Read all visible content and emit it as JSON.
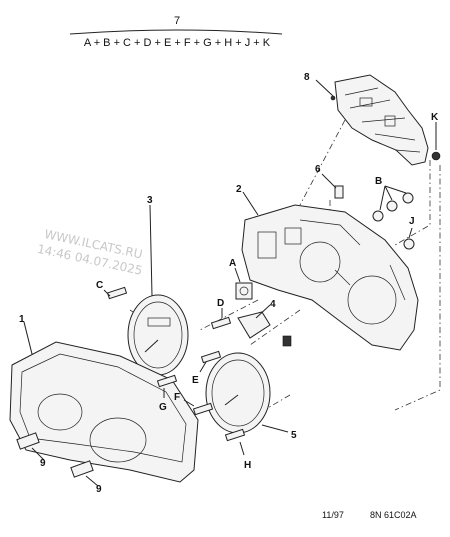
{
  "header": {
    "number": "7",
    "sequence": "A + B + C + D + E + F + G + H + J + K"
  },
  "labels": {
    "p1": "1",
    "p2": "2",
    "p3": "3",
    "p4": "4",
    "p5": "5",
    "p6": "6",
    "p8": "8",
    "p9a": "9",
    "p9b": "9",
    "A": "A",
    "B": "B",
    "C": "C",
    "D": "D",
    "E": "E",
    "F": "F",
    "G": "G",
    "H": "H",
    "J": "J",
    "K": "K"
  },
  "watermark": {
    "line1": "WWW.ILCATS.RU",
    "line2": "14:46 04.07.2025"
  },
  "footer": {
    "date": "11/97",
    "code": "8N 61C02A"
  },
  "colors": {
    "ink": "#222222",
    "background": "#ffffff",
    "watermark": "#c8c8c8"
  }
}
